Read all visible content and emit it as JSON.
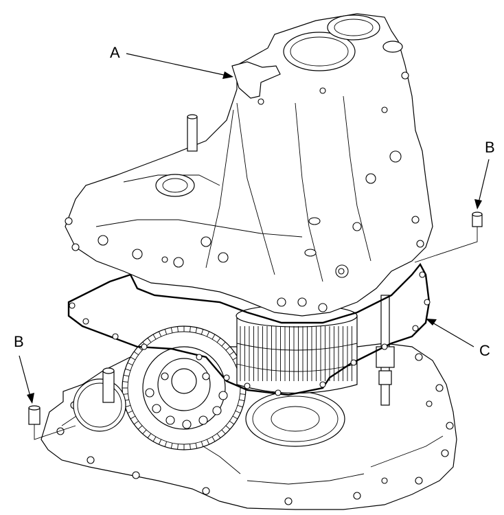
{
  "diagram": {
    "callouts": {
      "a": "A",
      "b_right": "B",
      "b_left": "B",
      "c": "C"
    }
  }
}
